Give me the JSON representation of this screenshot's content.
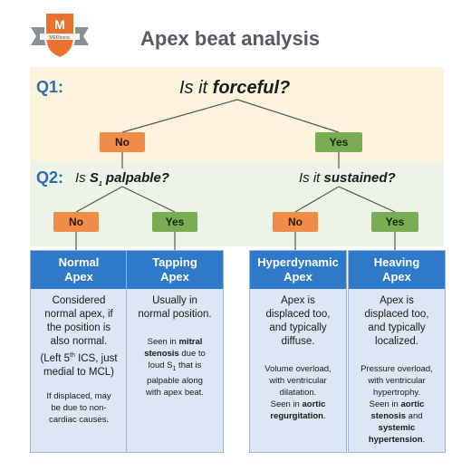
{
  "header": {
    "title": "Apex beat analysis",
    "logo_letter": "M",
    "logo_text": "MEDtronic"
  },
  "q1": {
    "label": "Q1:",
    "question_pre": "Is it ",
    "question_emph": "forceful?",
    "no": "No",
    "yes": "Yes"
  },
  "q2": {
    "label": "Q2:",
    "left_question_pre": "Is ",
    "left_question_s": "S",
    "left_question_sub": "1",
    "left_question_emph": " palpable?",
    "right_question_pre": "Is it ",
    "right_question_emph": "sustained?",
    "left_no": "No",
    "left_yes": "Yes",
    "right_no": "No",
    "right_yes": "Yes"
  },
  "cards": [
    {
      "title_line1": "Normal",
      "title_line2": "Apex",
      "main": [
        "Considered",
        "normal apex, if",
        "the position is",
        "also normal.",
        "(Left 5",
        "th",
        " ICS, just",
        "medial to MCL)"
      ],
      "note": [
        "If displaced, may",
        "be due to non-",
        "cardiac causes."
      ]
    },
    {
      "title_line1": "Tapping",
      "title_line2": "Apex",
      "main": [
        "Usually in",
        "normal position."
      ],
      "note": [
        "Seen in ",
        "mitral",
        "stenosis",
        " due to",
        "loud S",
        "1",
        " that is",
        "palpable along",
        "with apex beat."
      ]
    },
    {
      "title_line1": "Hyperdynamic",
      "title_line2": "Apex",
      "main": [
        "Apex is",
        "displaced too,",
        "and typically",
        "diffuse."
      ],
      "note": [
        "Volume overload,",
        "with ventricular",
        "dilatation.",
        "Seen in ",
        "aortic",
        "regurgitation",
        "."
      ]
    },
    {
      "title_line1": "Heaving",
      "title_line2": "Apex",
      "main": [
        "Apex is",
        "displaced too,",
        "and typically",
        "localized."
      ],
      "note": [
        "Pressure overload,",
        "with ventricular",
        "hypertrophy.",
        "Seen in ",
        "aortic",
        "stenosis",
        " and",
        "systemic",
        "hypertension",
        "."
      ]
    }
  ],
  "colors": {
    "q1_band": "#fdf3dc",
    "q2_band": "#ecf4e7",
    "no_box": "#ef8c48",
    "yes_box": "#7aac56",
    "card_header": "#2e79c8",
    "card_body": "#dce6f4",
    "q_label": "#2e6cb0"
  }
}
